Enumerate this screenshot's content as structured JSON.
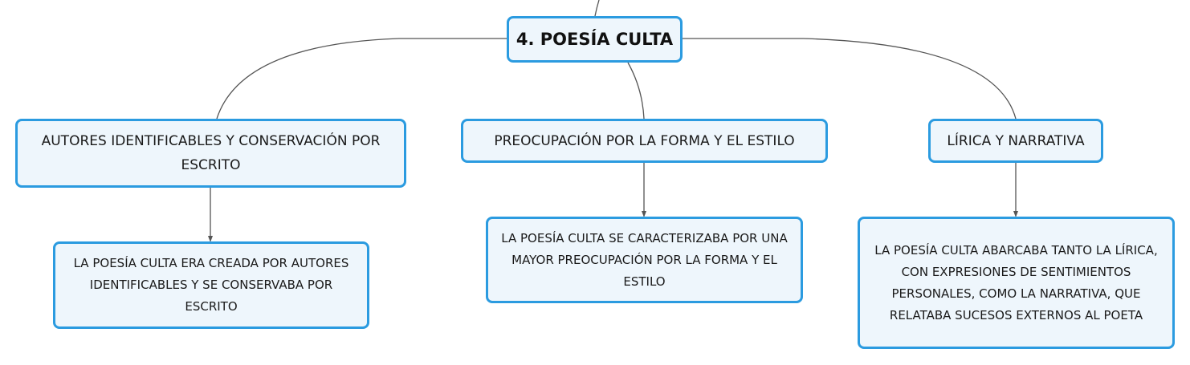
{
  "diagram": {
    "root": {
      "label": "4. POESÍA CULTA"
    },
    "branches": [
      {
        "label": "AUTORES IDENTIFICABLES Y CONSERVACIÓN POR ESCRITO",
        "detail": "LA POESÍA CULTA ERA CREADA POR AUTORES IDENTIFICABLES Y SE CONSERVABA POR ESCRITO"
      },
      {
        "label": "PREOCUPACIÓN POR LA FORMA Y EL ESTILO",
        "detail": "LA POESÍA CULTA SE CARACTERIZABA POR UNA MAYOR PREOCUPACIÓN POR LA FORMA Y EL ESTILO"
      },
      {
        "label": "LÍRICA Y NARRATIVA",
        "detail": "LA POESÍA CULTA ABARCABA TANTO LA LÍRICA, CON EXPRESIONES DE SENTIMIENTOS PERSONALES, COMO LA NARRATIVA, QUE RELATABA SUCESOS EXTERNOS AL POETA"
      }
    ]
  },
  "colors": {
    "node_border": "#2b9be0",
    "node_fill": "#eef6fc",
    "connector": "#555555"
  }
}
